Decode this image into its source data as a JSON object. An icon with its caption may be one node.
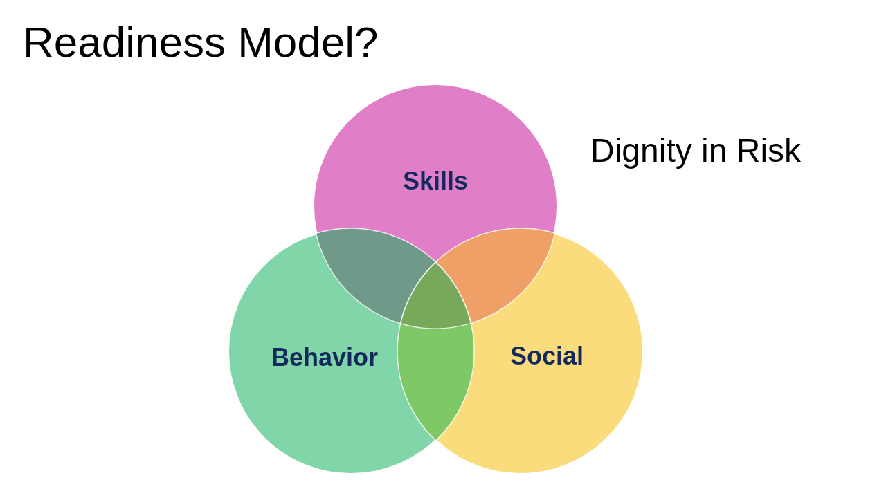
{
  "diagram": {
    "title": "Readiness Model?",
    "nodes": [
      {
        "text": [
          "Skills"
        ]
      },
      {
        "text": [
          "Behavior"
        ]
      },
      {
        "text": [
          "Social"
        ]
      }
    ],
    "labels": [
      "Dignity in Risk"
    ]
  }
}
